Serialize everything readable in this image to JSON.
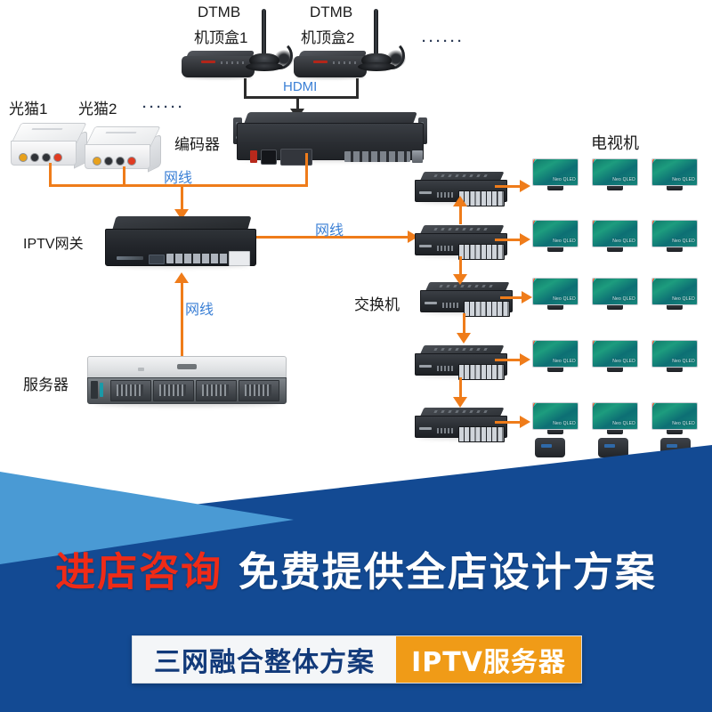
{
  "diagram": {
    "title_hidden": "",
    "labels": {
      "ont1": "光猫1",
      "ont2": "光猫2",
      "ont_ellipsis": "······",
      "dtmb1_line1": "DTMB",
      "dtmb1_line2": "机顶盒1",
      "dtmb2_line1": "DTMB",
      "dtmb2_line2": "机顶盒2",
      "dtmb_ellipsis": "······",
      "encoder": "编码器",
      "gateway": "IPTV网关",
      "server": "服务器",
      "switch": "交换机",
      "tv": "电视机"
    },
    "link_labels": {
      "hdmi": "HDMI",
      "lan_top": "网线",
      "lan_right": "网线",
      "lan_bottom": "网线"
    },
    "tv_screen_text": "Neo QLED",
    "colors": {
      "wire_orange": "#ef7c1a",
      "wire_dark": "#2c2c2c",
      "link_label_blue": "#3a7fd5",
      "banner_navy": "#134a93",
      "banner_light_blue": "#4a9ad4",
      "headline_red": "#ef2b17",
      "accent_orange": "#f09b17",
      "pill_text_blue": "#123a7a"
    },
    "counts": {
      "ont": 2,
      "dtmb_boxes": 2,
      "switches": 5,
      "tv_rows": 5,
      "tv_per_row": 3,
      "tv_total": 15,
      "mini_boxes": 3
    }
  },
  "banner": {
    "headline_red": "进店咨询",
    "headline_white": "免费提供全店设计方案",
    "pill_left": "三网融合整体方案",
    "pill_right": "IPTV服务器"
  }
}
